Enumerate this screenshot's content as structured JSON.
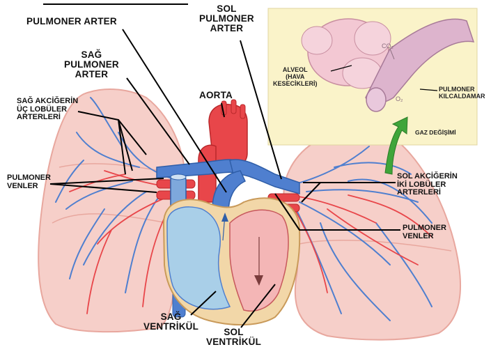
{
  "labels": {
    "pulmoner_arter": "PULMONER ARTER",
    "sol_pulmoner_arter": [
      "SOL",
      "PULMONER",
      "ARTER"
    ],
    "sag_pulmoner_arter": [
      "SAĞ",
      "PULMONER",
      "ARTER"
    ],
    "aorta": "AORTA",
    "sag_akcigerin": [
      "SAĞ AKCİĞERİN",
      "ÜÇ LOBÜLER",
      "ARTERLERİ"
    ],
    "pulmoner_venler_left": [
      "PULMONER",
      "VENLER"
    ],
    "sol_akcigerin": [
      "SOL AKCİĞERİN",
      "İKİ LOBÜLER",
      "ARTERLERİ"
    ],
    "pulmoner_venler_right": [
      "PULMONER",
      "VENLER"
    ],
    "sag_ventrikul": [
      "SAĞ",
      "VENTRİKÜL"
    ],
    "sol_ventrikul": [
      "SOL",
      "VENTRİKÜL"
    ]
  },
  "inset": {
    "alveol": [
      "ALVEOL",
      "(HAVA",
      "KESECİKLERİ)"
    ],
    "pulmoner_kilcaldamar": [
      "PULMONER",
      "KILCALDAMAR"
    ],
    "gaz_degisimi": "GAZ DEĞİŞİMİ",
    "co2": "CO₂",
    "o2": "O₂"
  },
  "colors": {
    "lung": "#f6cfc9",
    "lung_edge": "#e8a79e",
    "artery_red": "#e8464a",
    "vein_blue": "#4f7fcf",
    "heart_blue": "#a9cfe8",
    "heart_pink": "#f4b6b6",
    "inset_bg": "#faf3c9",
    "arrow_green": "#3fa53a"
  }
}
